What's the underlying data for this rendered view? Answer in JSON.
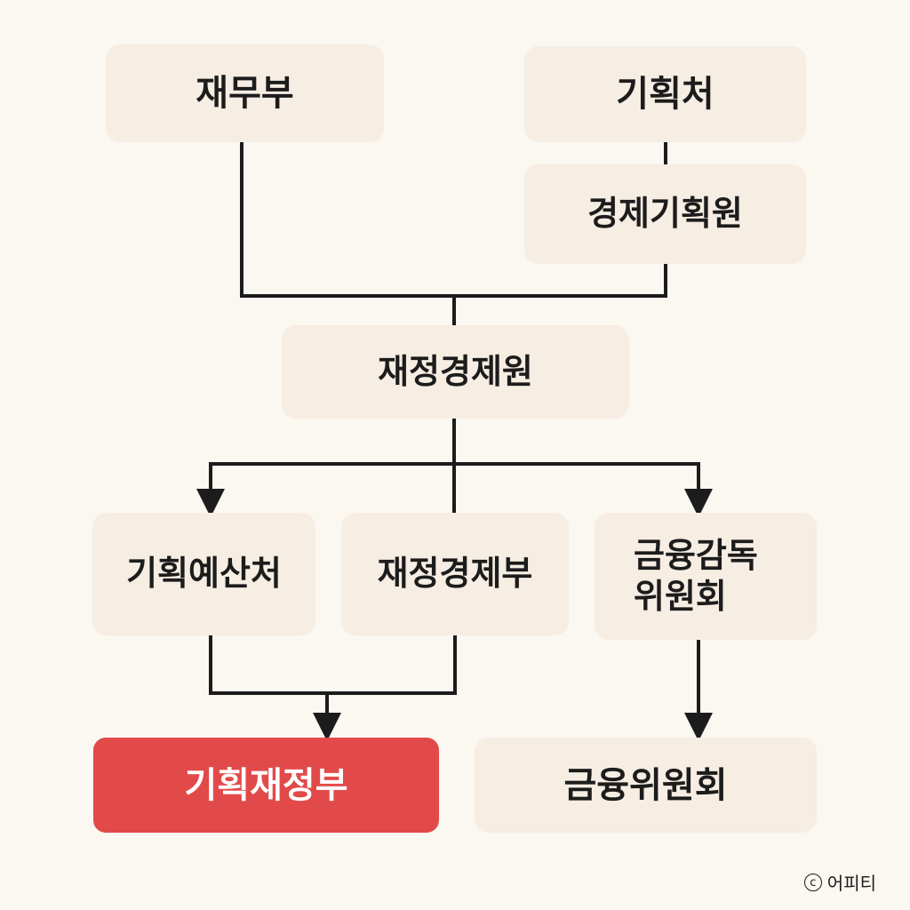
{
  "nodes": {
    "mof": "재무부",
    "epb_agency": "기획처",
    "epb": "경제기획원",
    "mofe_board": "재정경제원",
    "mpb": "기획예산처",
    "mofe": "재정경제부",
    "fsc_supervisory": "금융감독\n위원회",
    "mosf": "기획재정부",
    "fsc": "금융위원회"
  },
  "credit": {
    "symbol": "c",
    "label": "어피티"
  },
  "colors": {
    "background": "#fbf7f1",
    "node": "#f6ede3",
    "highlight": "#e24a4a",
    "line": "#1c1c1c"
  }
}
